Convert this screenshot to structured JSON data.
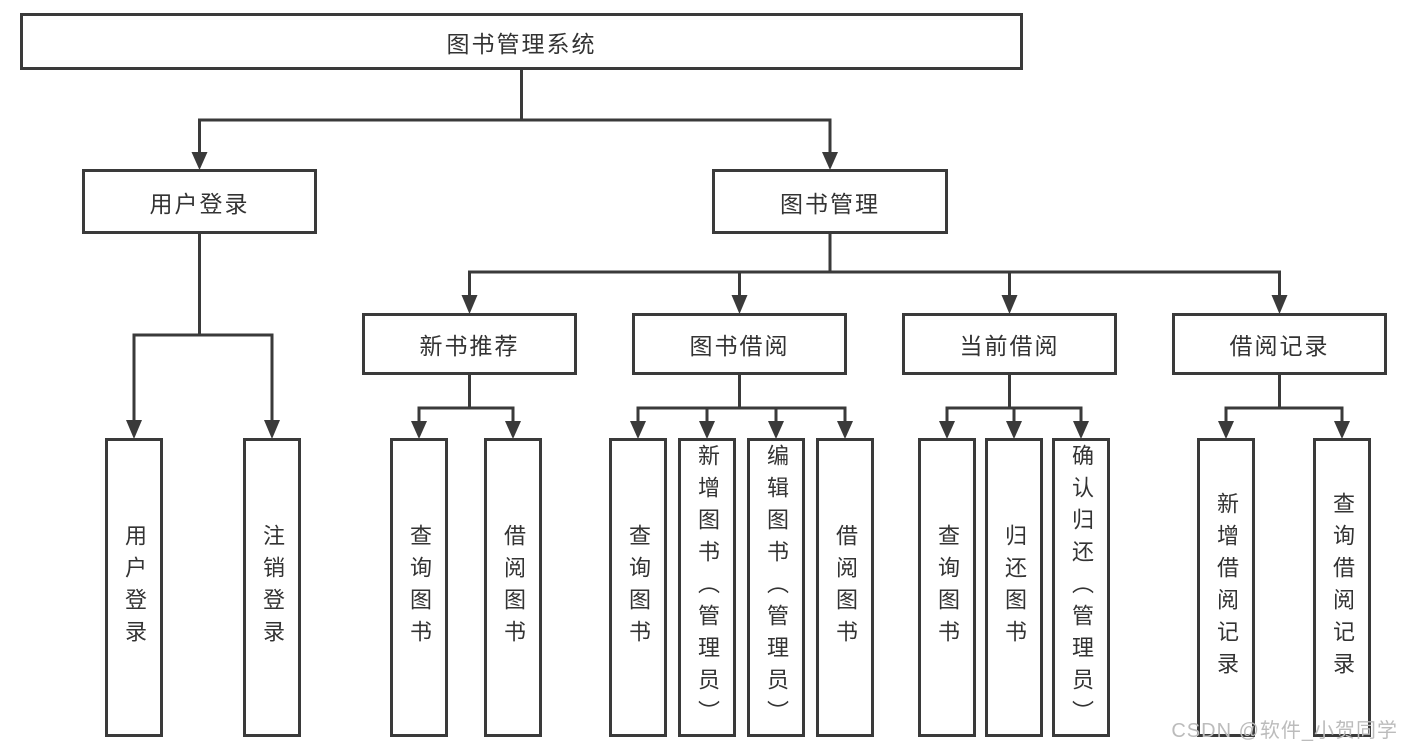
{
  "diagram": {
    "title": "图书管理系统",
    "root": {
      "label": "图书管理系统"
    },
    "level2": [
      {
        "id": "user-login",
        "label": "用户登录",
        "parent": "图书管理系统"
      },
      {
        "id": "book-management",
        "label": "图书管理",
        "parent": "图书管理系统"
      }
    ],
    "level3": [
      {
        "id": "new-book-recommend",
        "label": "新书推荐",
        "parent": "图书管理"
      },
      {
        "id": "book-borrow",
        "label": "图书借阅",
        "parent": "图书管理"
      },
      {
        "id": "current-borrow",
        "label": "当前借阅",
        "parent": "图书管理"
      },
      {
        "id": "borrow-records",
        "label": "借阅记录",
        "parent": "图书管理"
      }
    ],
    "leaves": [
      {
        "label": "用户登录",
        "parent": "用户登录"
      },
      {
        "label": "注销登录",
        "parent": "用户登录"
      },
      {
        "label": "查询图书",
        "parent": "新书推荐"
      },
      {
        "label": "借阅图书",
        "parent": "新书推荐"
      },
      {
        "label": "查询图书",
        "parent": "图书借阅"
      },
      {
        "label": "新增图书（管理员）",
        "parent": "图书借阅"
      },
      {
        "label": "编辑图书（管理员）",
        "parent": "图书借阅"
      },
      {
        "label": "借阅图书",
        "parent": "图书借阅"
      },
      {
        "label": "查询图书",
        "parent": "当前借阅"
      },
      {
        "label": "归还图书",
        "parent": "当前借阅"
      },
      {
        "label": "确认归还（管理员）",
        "parent": "当前借阅"
      },
      {
        "label": "新增借阅记录",
        "parent": "借阅记录"
      },
      {
        "label": "查询借阅记录",
        "parent": "借阅记录"
      }
    ],
    "watermark": "CSDN @软件_小贺同学",
    "colors": {
      "line": "#3a3a3a",
      "box_border": "#3a3a3a",
      "box_fill": "#ffffff",
      "text": "#333333",
      "watermark": "#bcbcbc",
      "background": "#ffffff"
    }
  }
}
